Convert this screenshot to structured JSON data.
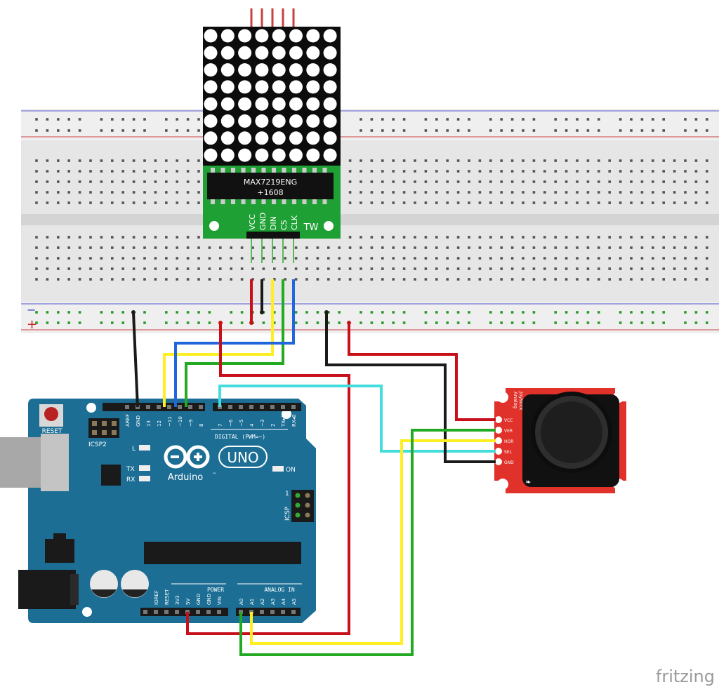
{
  "matrix_module": {
    "chip_line1": "MAX7219ENG",
    "chip_line2": "+1608",
    "pins": [
      "VCC",
      "GND",
      "DIN",
      "CS",
      "CLK"
    ],
    "logo": "TW"
  },
  "breadboard": {
    "minus_label": "−",
    "plus_label": "+"
  },
  "arduino": {
    "brand": "Arduino",
    "trademark": "™",
    "model": "UNO",
    "reset_label": "RESET",
    "icsp2_label": "ICSP2",
    "icsp_label": "ICSP",
    "icsp_pin1": "1",
    "led_l": "L",
    "led_tx": "TX",
    "led_rx": "RX",
    "led_on": "ON",
    "digital_label": "DIGITAL (PWM=~)",
    "top_header_labels": [
      "AREF",
      "GND",
      "13",
      "12",
      "~11",
      "~10",
      "~9",
      "8",
      "7",
      "~6",
      "~5",
      "4",
      "~3",
      "2",
      "TX▸1",
      "RX◂0"
    ],
    "power_label": "POWER",
    "power_pins": [
      "IOREF",
      "RESET",
      "3V3",
      "5V",
      "GND",
      "GND",
      "VIN"
    ],
    "analog_label": "ANALOG IN",
    "analog_pins": [
      "A0",
      "A1",
      "A2",
      "A3",
      "A4",
      "A5"
    ]
  },
  "joystick": {
    "title_line1": "Analog",
    "title_line2": "Joystick",
    "pins": [
      "VCC",
      "VER",
      "HOR",
      "SEL",
      "GND"
    ]
  },
  "watermark": "fritzing",
  "colors": {
    "board_blue": "#1c6e95",
    "module_green": "#1fa035",
    "breakout_red": "#e0312a",
    "wire_red": "#c8101a",
    "wire_black": "#1a1a1a",
    "wire_yellow": "#ffee22",
    "wire_green": "#22aa22",
    "wire_blue": "#2266dd",
    "wire_cyan": "#44dddd"
  }
}
